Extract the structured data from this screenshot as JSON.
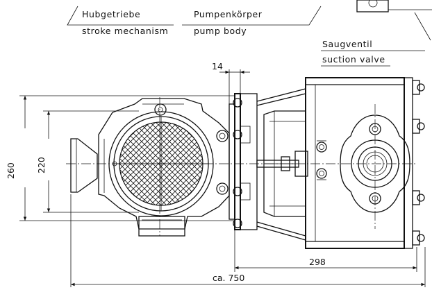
{
  "labels": {
    "stroke_mechanism_de": "Hubgetriebe",
    "stroke_mechanism_en": "stroke mechanism",
    "pump_body_de": "Pumpenkörper",
    "pump_body_en": "pump body",
    "suction_valve_de": "Saugventil",
    "suction_valve_en": "suction valve"
  },
  "dimensions": {
    "d14": "14",
    "d260": "260",
    "d220": "220",
    "d298": "298",
    "d750": "ca. 750"
  }
}
